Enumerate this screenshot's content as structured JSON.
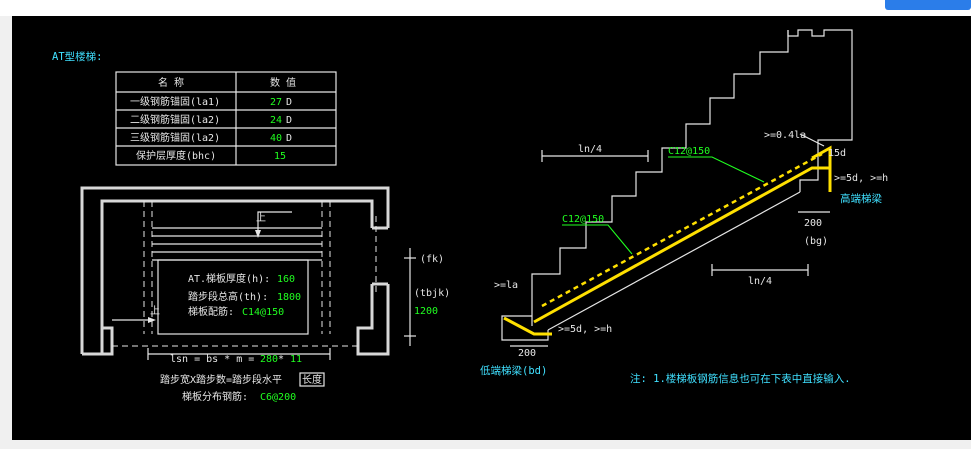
{
  "title": "AT型楼梯:",
  "table": {
    "headers": [
      "名  称",
      "数  值"
    ],
    "rows": [
      {
        "name": "一级钢筋锚固(la1)",
        "value": "27",
        "unit": "D"
      },
      {
        "name": "二级钢筋锚固(la2)",
        "value": "24",
        "unit": "D"
      },
      {
        "name": "三级钢筋锚固(la2)",
        "value": "40",
        "unit": "D"
      },
      {
        "name": "保护层厚度(bhc)",
        "value": "15",
        "unit": ""
      }
    ]
  },
  "plan": {
    "up_label_1": "上",
    "up_label_2": "上",
    "info_thickness_label": "AT.梯板厚度(h):",
    "info_thickness_value": "160",
    "info_height_label": "踏步段总高(th):",
    "info_height_value": "1800",
    "info_rebar_label": "梯板配筋:",
    "info_rebar_value": "C14@150",
    "fk": "(fk)",
    "tbjk": "(tbjk)",
    "width_value": "1200",
    "formula_prefix": "lsn = bs * m =",
    "formula_bs": "280",
    "formula_mid": "*",
    "formula_m": "11",
    "formula_caption_pre": "踏步宽X踏步数=踏步段水平",
    "formula_caption_boxed": "长度",
    "dist_label": "梯板分布钢筋:",
    "dist_value": "C6@200"
  },
  "section": {
    "ln4_top": "ln/4",
    "ln4_bottom": "ln/4",
    "rebar_top": "C12@150",
    "rebar_mid": "C12@150",
    "la_top": ">=0.4la",
    "d15": "15d",
    "anchor_top": ">=5d, >=h",
    "high_beam": "高端梯梁",
    "dim_top": "200",
    "bg": "(bg)",
    "la_bottom": ">=la",
    "anchor_bottom": ">=5d, >=h",
    "dim_bottom": "200",
    "low_beam": "低端梯梁(bd)"
  },
  "note": "注: 1.楼梯板钢筋信息也可在下表中直接输入."
}
